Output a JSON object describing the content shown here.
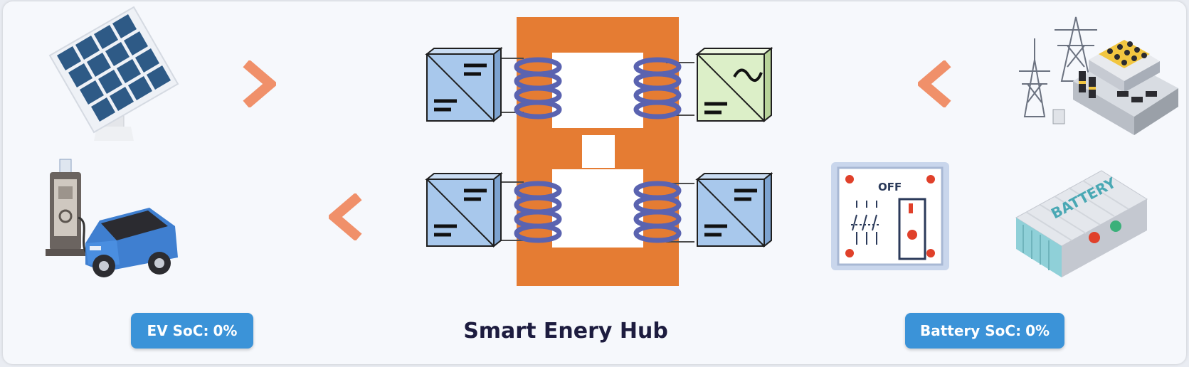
{
  "hub": {
    "title": "Smart Enery Hub"
  },
  "ev": {
    "soc_label": "EV SoC:",
    "soc_value": "0%"
  },
  "battery": {
    "soc_label": "Battery SoC:",
    "soc_value": "0%",
    "device_text": "BATTERY"
  },
  "breaker": {
    "state_text": "OFF"
  },
  "flows": {
    "solar": "into-hub",
    "grid": "into-hub",
    "ev": "out-of-hub"
  },
  "colors": {
    "accent_arrow": "#f0906a",
    "hub_core": "#e57c33",
    "badge": "#3b93d8",
    "converter_dc": "#a8c8ec",
    "converter_ac": "#dcefc8",
    "coil": "#5a63b0"
  },
  "icons": {
    "solar": "solar-panel-icon",
    "grid": "power-plant-icon",
    "ev": "ev-charging-icon",
    "battery": "battery-icon",
    "breaker": "circuit-breaker-icon"
  }
}
